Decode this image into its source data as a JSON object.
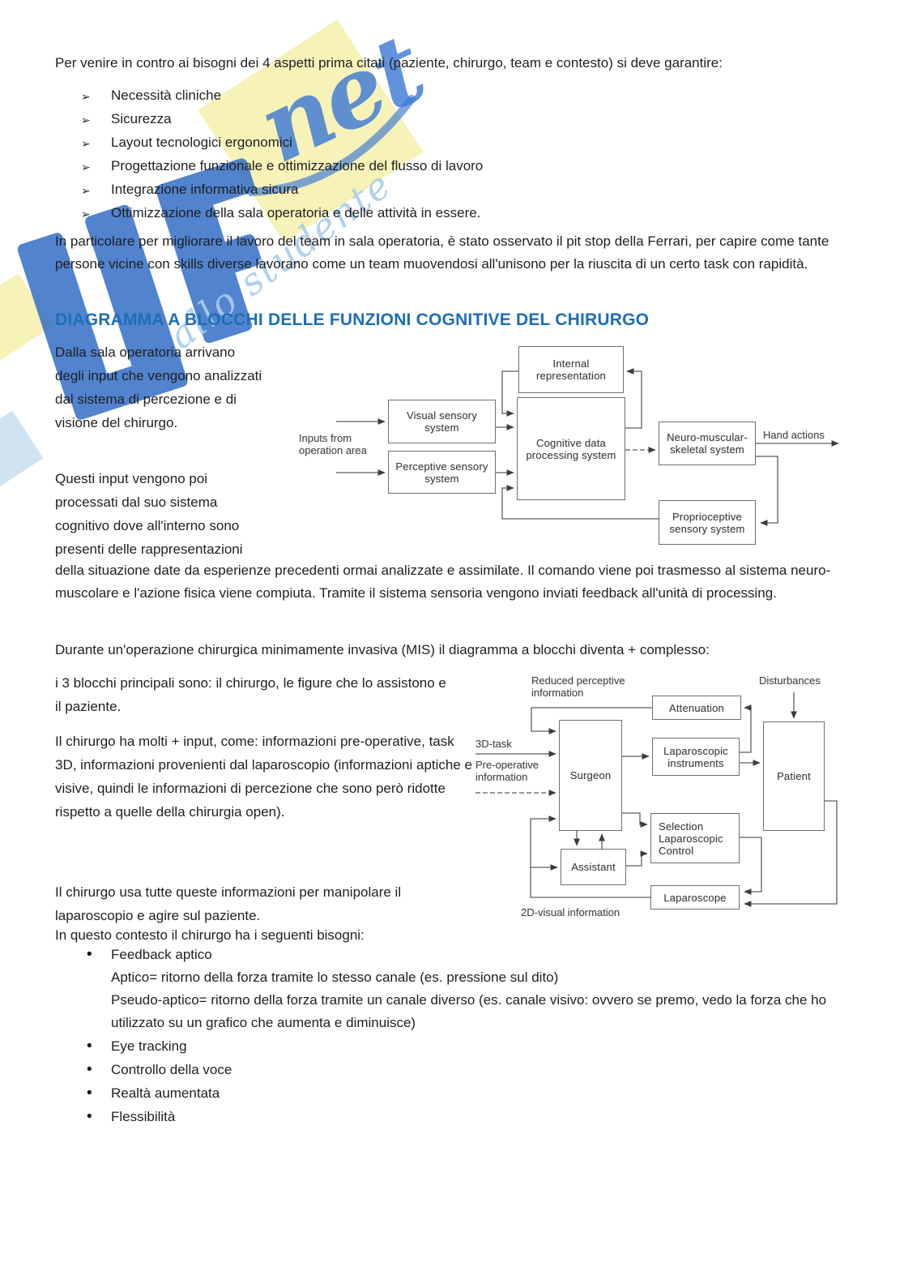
{
  "intro": "Per venire in contro ai bisogni dei 4 aspetti prima citati (paziente, chirurgo, team e contesto) si deve garantire:",
  "needs_list": [
    "Necessità cliniche",
    "Sicurezza",
    "Layout tecnologici ergonomici",
    "Progettazione funzionale e ottimizzazione del flusso di lavoro",
    "Integrazione informativa sicura",
    "Ottimizzazione della sala operatoria e delle attività in essere."
  ],
  "team_paragraph": "In particolare per migliorare il lavoro del team in sala operatoria, è stato osservato il pit stop della Ferrari, per capire come tante persone vicine con skills diverse lavorano come un team muovendosi all'unisono per la riuscita di un certo task con rapidità.",
  "section": {
    "heading": "DIAGRAMMA A BLOCCHI DELLE FUNZIONI COGNITIVE DEL CHIRURGO",
    "col_para_1": "Dalla sala operatoria arrivano degli input che vengono analizzati dal sistema di percezione e di visione del chirurgo.",
    "col_para_2": "Questi input vengono poi processati dal suo sistema cognitivo dove all'interno sono presenti delle rappresentazioni",
    "cont_para": "della situazione date da esperienze precedenti ormai analizzate e assimilate. Il comando viene poi trasmesso al sistema neuro-muscolare e l'azione fisica viene compiuta. Tramite il sistema sensoria vengono inviati feedback all'unità di processing.",
    "mis_intro": "Durante un'operazione chirurgica minimamente invasiva (MIS) il diagramma a blocchi diventa + complesso:",
    "blocks_para": "i 3 blocchi principali sono: il chirurgo, le figure che lo assistono e il paziente.",
    "surgeon_inputs_para": "Il chirurgo ha molti + input, come: informazioni pre-operative, task 3D, informazioni provenienti dal laparoscopio (informazioni aptiche e visive, quindi le informazioni di percezione che sono però ridotte rispetto a quelle della chirurgia open).",
    "surgeon_use_para": "Il chirurgo usa tutte queste informazioni per manipolare il laparoscopio e agire sul paziente.",
    "needs_intro": "In questo contesto il chirurgo ha i seguenti bisogni:"
  },
  "surgeon_needs": {
    "item1": "Feedback aptico",
    "item1_sub1": "Aptico= ritorno della forza tramite lo stesso canale (es. pressione sul dito)",
    "item1_sub2": "Pseudo-aptico= ritorno della forza tramite un canale diverso (es. canale visivo: ovvero se premo, vedo la forza che ho utilizzato su un grafico che aumenta e diminuisce)",
    "item2": "Eye tracking",
    "item3": "Controllo della voce",
    "item4": "Realtà aumentata",
    "item5": "Flessibilità"
  },
  "diagram1": {
    "input_label": "Inputs from operation area",
    "output_label": "Hand actions",
    "boxes": {
      "visual": "Visual sensory system",
      "perceptive": "Perceptive sensory system",
      "internal": "Internal representation",
      "cognitive": "Cognitive data processing system",
      "neuro": "Neuro-muscular- skeletal system",
      "proprio": "Proprioceptive sensory system"
    }
  },
  "diagram2": {
    "labels": {
      "reduced": "Reduced perceptive information",
      "disturbances": "Disturbances",
      "task": "3D-task",
      "preop": "Pre-operative information",
      "visual2d": "2D-visual information"
    },
    "boxes": {
      "attenuation": "Attenuation",
      "surgeon": "Surgeon",
      "lap_instruments": "Laparoscopic instruments",
      "patient": "Patient",
      "selection": "Selection Laparoscopic Control",
      "assistant": "Assistant",
      "laparoscope": "Laparoscope"
    }
  },
  "watermark": {
    "logo_text": "net",
    "tagline_fragment": "allo studente"
  },
  "colors": {
    "heading_blue": "#1d6eb7",
    "watermark_yellow": "#f5f0ab",
    "watermark_blue": "#2c69c5",
    "watermark_light_blue": "#a9cde9"
  }
}
